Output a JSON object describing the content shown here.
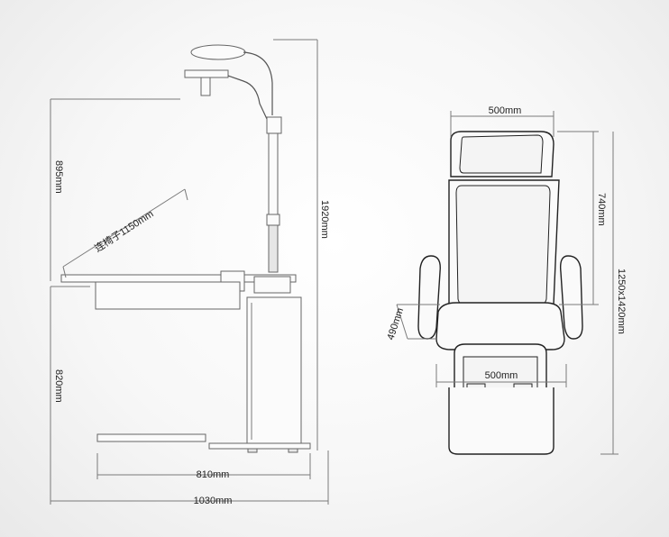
{
  "dimensions": {
    "left_height_upper": "895mm",
    "chair_link": "连椅子1150mm",
    "left_height_lower": "820mm",
    "total_height": "1920mm",
    "base_width": "810mm",
    "total_width": "1030mm",
    "chair_width_top": "500mm",
    "backrest_height": "740mm",
    "chair_height_range": "1250x1420mm",
    "seat_height": "490mm",
    "seat_width": "500mm"
  },
  "colors": {
    "line": "#7a7a7a",
    "outline": "#222222",
    "background": "#f2f2f2"
  }
}
